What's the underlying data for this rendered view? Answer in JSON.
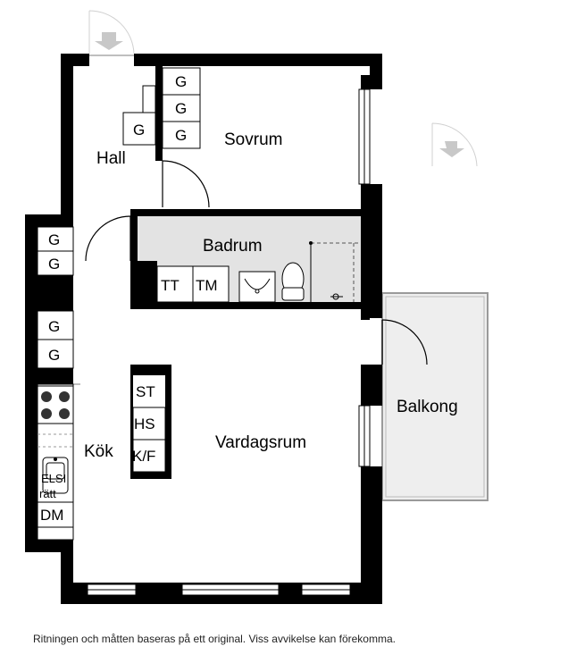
{
  "rooms": {
    "sovrum": "Sovrum",
    "hall": "Hall",
    "badrum": "Badrum",
    "kok": "Kök",
    "vardagsrum": "Vardagsrum",
    "balkong": "Balkong"
  },
  "fixtures": {
    "wardrobe": "G",
    "tt": "TT",
    "tm": "TM",
    "st": "ST",
    "hs": "HS",
    "kf": "K/F",
    "dm": "DM",
    "sink_line1": "ELSI",
    "sink_line2": "rätt"
  },
  "footer": "Ritningen och måtten baseras på ett original. Viss avvikelse kan förekomma.",
  "colors": {
    "wall": "#000000",
    "bathroom_floor": "#e3e3e3",
    "balcony_floor": "#eeeeee",
    "compass": "#c8c8c8"
  }
}
